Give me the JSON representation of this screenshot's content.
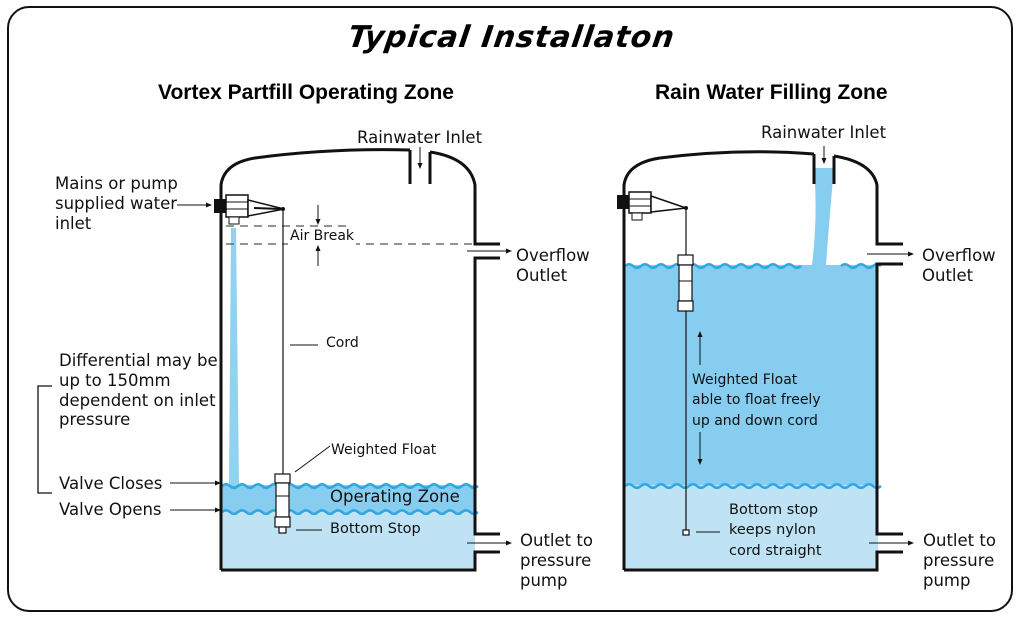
{
  "title": "Typical Installaton",
  "colors": {
    "water_light": "#bfe3f5",
    "water_dark": "#86cdef",
    "wave": "#2fa8e0",
    "outline": "#111111"
  },
  "left_panel": {
    "heading": "Vortex Partfill Operating Zone",
    "labels": {
      "rainwater_inlet": "Rainwater Inlet",
      "mains_inlet": "Mains or pump\nsupplied water\ninlet",
      "air_break": "Air Break",
      "overflow_outlet": "Overflow\nOutlet",
      "cord": "Cord",
      "differential": "Differential may be\nup to 150mm\ndependent on inlet\npressure",
      "weighted_float": "Weighted Float",
      "valve_closes": "Valve Closes",
      "valve_opens": "Valve Opens",
      "operating_zone": "Operating Zone",
      "bottom_stop": "Bottom Stop",
      "outlet_pump": "Outlet to\npressure\npump"
    }
  },
  "right_panel": {
    "heading": "Rain Water Filling Zone",
    "labels": {
      "rainwater_inlet": "Rainwater Inlet",
      "overflow_outlet": "Overflow\nOutlet",
      "weighted_float": "Weighted Float\nable to float freely\nup and down cord",
      "bottom_stop": "Bottom stop\nkeeps nylon\ncord straight",
      "outlet_pump": "Outlet to\npressure\npump"
    }
  }
}
